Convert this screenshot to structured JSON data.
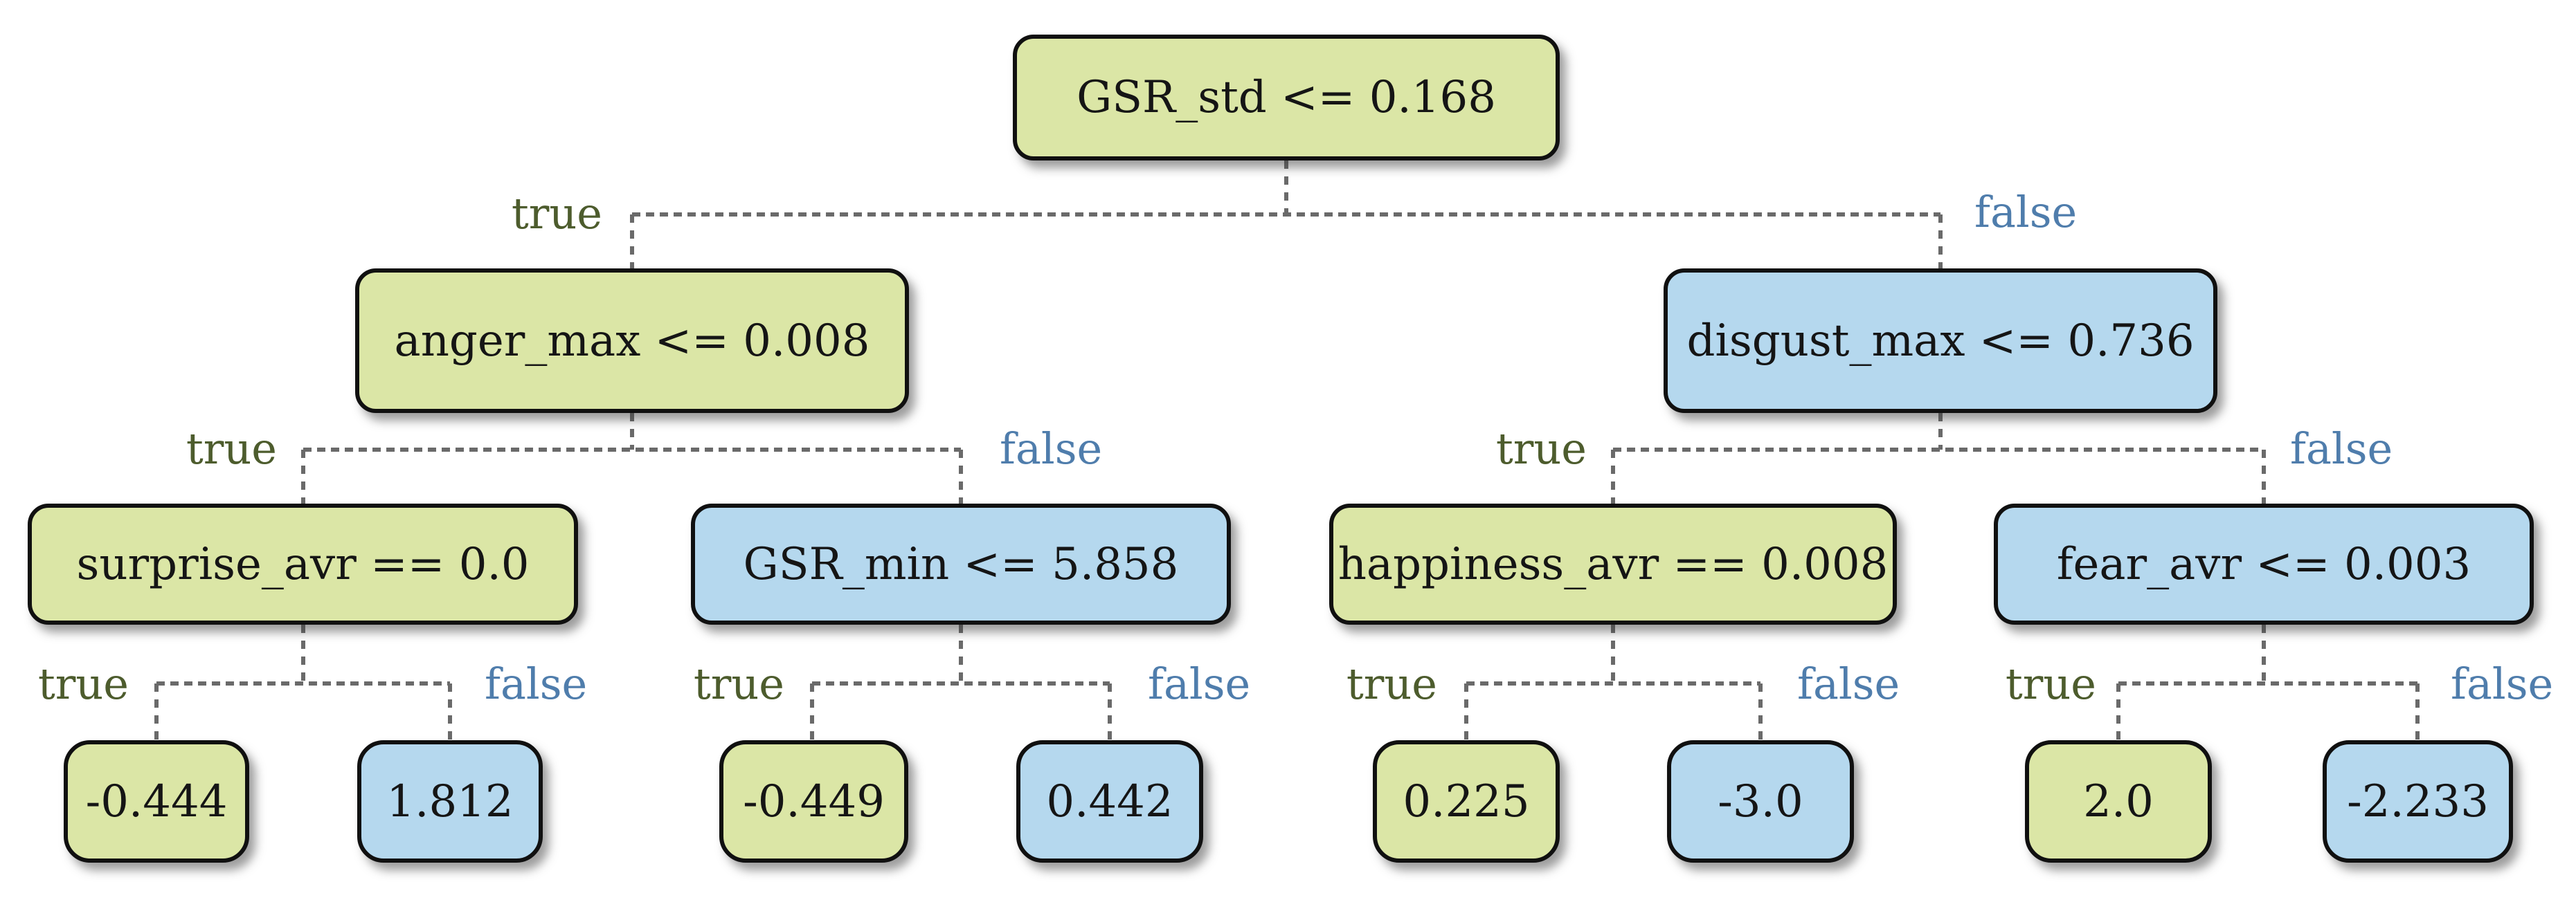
{
  "figure": {
    "type": "decision-tree",
    "background": "#ffffff",
    "levels": 4
  },
  "labels": {
    "true_text": "true",
    "false_text": "false"
  },
  "colors": {
    "condition_true_fill": "#dbe6a6",
    "condition_false_fill": "#b5d8ee",
    "true_label_text": "#4d5c2d",
    "false_label_text": "#4f7dac",
    "node_border": "#101010",
    "node_text": "#151515",
    "edge_dash": "#6a6a6a"
  },
  "nodes": {
    "root": {
      "label": "GSR_std <= 0.168",
      "fill": "green"
    },
    "l": {
      "label": "anger_max <= 0.008",
      "fill": "green"
    },
    "r": {
      "label": "disgust_max <= 0.736",
      "fill": "blue"
    },
    "ll": {
      "label": "surprise_avr == 0.0",
      "fill": "green"
    },
    "lr": {
      "label": "GSR_min <= 5.858",
      "fill": "blue"
    },
    "rl": {
      "label": "happiness_avr == 0.008",
      "fill": "green"
    },
    "rr": {
      "label": "fear_avr <= 0.003",
      "fill": "blue"
    },
    "lll": {
      "label": "-0.444",
      "fill": "green"
    },
    "llr": {
      "label": "1.812",
      "fill": "blue"
    },
    "lrl": {
      "label": "-0.449",
      "fill": "green"
    },
    "lrr": {
      "label": "0.442",
      "fill": "blue"
    },
    "rll": {
      "label": "0.225",
      "fill": "green"
    },
    "rlr": {
      "label": "-3.0",
      "fill": "blue"
    },
    "rrl": {
      "label": "2.0",
      "fill": "green"
    },
    "rrr": {
      "label": "-2.233",
      "fill": "blue"
    }
  },
  "tree_structure": {
    "root": "GSR_std <= 0.168",
    "true_child_of_root": "anger_max <= 0.008",
    "false_child_of_root": "disgust_max <= 0.736",
    "anger_max_true": "surprise_avr == 0.0",
    "anger_max_false": "GSR_min <= 5.858",
    "disgust_max_true": "happiness_avr == 0.008",
    "disgust_max_false": "fear_avr <= 0.003",
    "surprise_avr_true": "-0.444",
    "surprise_avr_false": "1.812",
    "GSR_min_true": "-0.449",
    "GSR_min_false": "0.442",
    "happiness_avr_true": "0.225",
    "happiness_avr_false": "-3.0",
    "fear_avr_true": "2.0",
    "fear_avr_false": "-2.233"
  }
}
